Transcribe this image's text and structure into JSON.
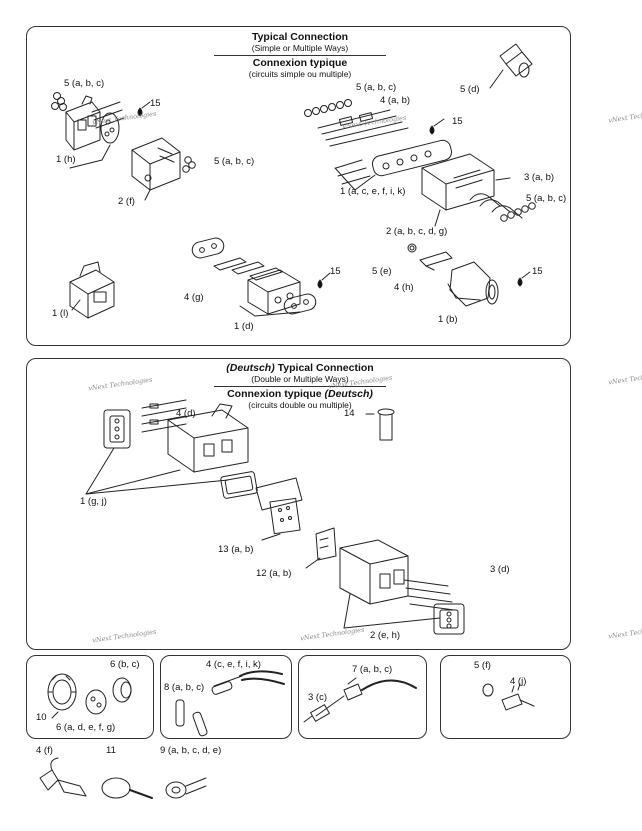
{
  "panel1": {
    "title_en": "Typical Connection",
    "subtitle_en": "(Simple or Multiple Ways)",
    "title_fr": "Connexion typique",
    "subtitle_fr": "(circuits simple ou multiple)"
  },
  "panel2": {
    "title_en_prefix": "(Deutsch)",
    "title_en": " Typical Connection",
    "subtitle_en": "(Double or Multiple Ways)",
    "title_fr": "Connexion typique ",
    "title_fr_suffix": "(Deutsch)",
    "subtitle_fr": "(circuits double ou multiple)"
  },
  "watermark": "vNext Technologies",
  "labels": {
    "p1_5abc_a": "5 (a, b, c)",
    "p1_15_a": "15",
    "p1_1h": "1 (h)",
    "p1_5abc_b": "5 (a, b, c)",
    "p1_2f": "2 (f)",
    "p1_5d": "5 (d)",
    "p1_5abc_c": "5 (a, b, c)",
    "p1_4ab": "4 (a, b)",
    "p1_15_b": "15",
    "p1_1acefik": "1 (a, c, e, f, i, k)",
    "p1_3ab": "3 (a, b)",
    "p1_5abc_d": "5 (a, b, c)",
    "p1_2abcdg": "2 (a, b, c, d, g)",
    "p1_1l": "1 (l)",
    "p1_4g": "4 (g)",
    "p1_15_c": "15",
    "p1_1d": "1 (d)",
    "p1_5e": "5 (e)",
    "p1_15_d": "15",
    "p1_4h": "4 (h)",
    "p1_1b": "1 (b)",
    "p2_4d": "4 (d)",
    "p2_14": "14",
    "p2_1gj": "1 (g, j)",
    "p2_13ab": "13 (a, b)",
    "p2_12ab": "12  (a, b)",
    "p2_3d": "3 (d)",
    "p2_2eh": "2 (e, h)",
    "b1_6bc": "6 (b, c)",
    "b1_10": "10",
    "b1_6adefg": "6 (a, d, e, f, g)",
    "b2_4cefik": "4 (c, e, f, i, k)",
    "b2_8abc": "8 (a, b, c)",
    "b3_7abc": "7 (a, b, c)",
    "b3_3c": "3 (c)",
    "b4_5f": "5 (f)",
    "b4_4j": "4 (j)",
    "l_4f": "4 (f)",
    "l_11": "11",
    "l_9abcde": "9 (a, b, c, d, e)"
  }
}
